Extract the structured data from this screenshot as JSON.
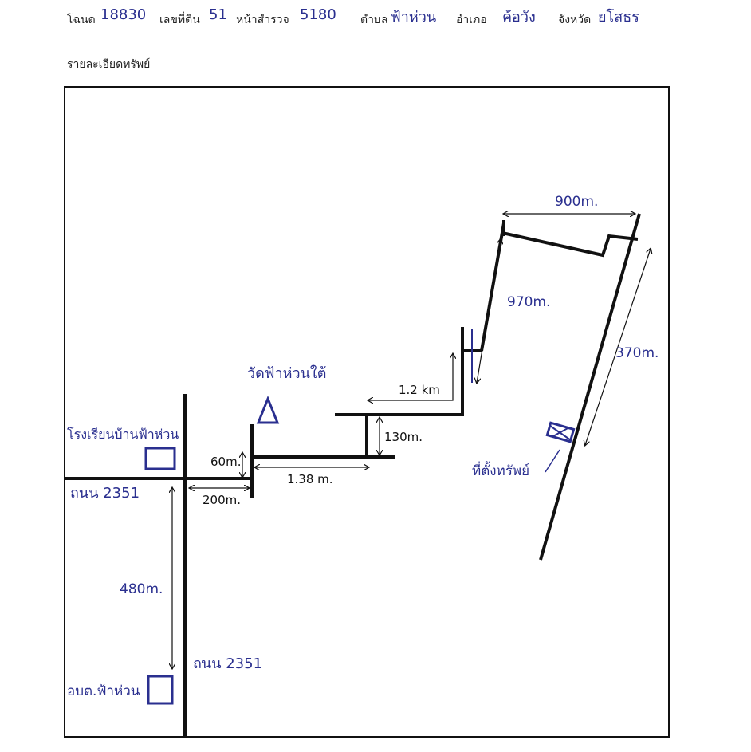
{
  "header": {
    "labels": {
      "deed": "โฉนด",
      "land_no": "เลขที่ดิน",
      "survey_page": "หน้าสำรวจ",
      "subdistrict": "ตำบล",
      "district": "อำเภอ",
      "province": "จังหวัด",
      "details": "รายละเอียดทรัพย์"
    },
    "values": {
      "deed": "18830",
      "land_no": "51",
      "survey_page": "5180",
      "subdistrict": "ฟ้าห่วน",
      "district": "ค้อวัง",
      "province": "ยโสธร"
    }
  },
  "map": {
    "temple": "วัดฟ้าห่วนใต้",
    "school": "โรงเรียนบ้านฟ้าห่วน",
    "road_west": "ถนน 2351",
    "road_south": "ถนน 2351",
    "office": "อบต.ฟ้าห่วน",
    "property": "ที่ตั้งทรัพย์",
    "dims": {
      "d60": "60m.",
      "d200": "200m.",
      "d138": "1.38 m.",
      "d130": "130m.",
      "d12": "1.2 km",
      "d970": "970m.",
      "d900": "900m.",
      "d370": "370m.",
      "d480": "480m."
    }
  },
  "colors": {
    "ink": "#2a2f8f",
    "line": "#111111"
  }
}
